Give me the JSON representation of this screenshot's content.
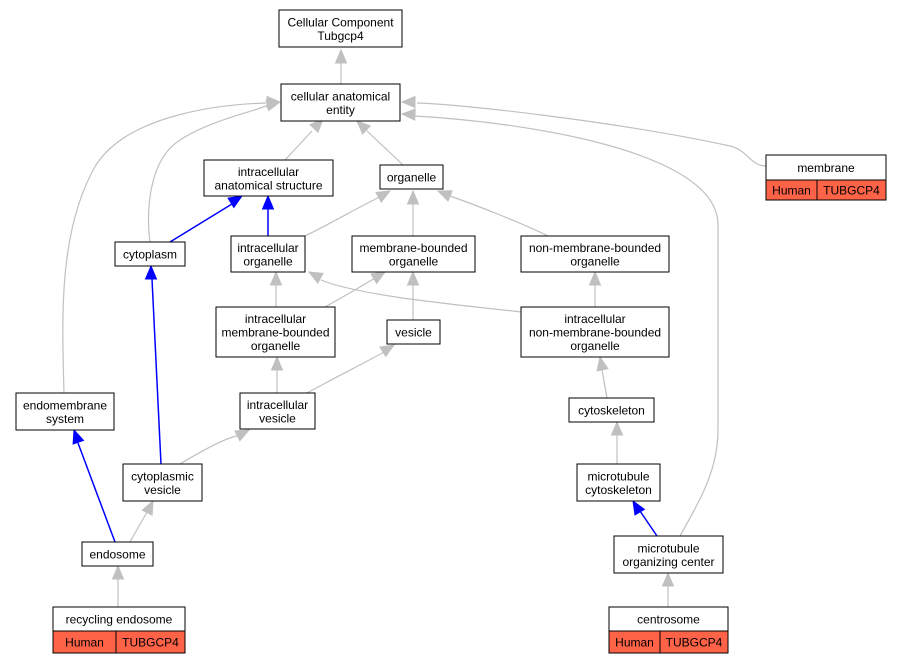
{
  "nodes": {
    "root": {
      "lines": [
        "Cellular Component",
        "Tubgcp4"
      ]
    },
    "cae": {
      "lines": [
        "cellular anatomical",
        "entity"
      ]
    },
    "ias": {
      "lines": [
        "intracellular",
        "anatomical structure"
      ]
    },
    "organelle": {
      "lines": [
        "organelle"
      ]
    },
    "membrane": {
      "lines": [
        "membrane"
      ],
      "annotation": [
        "Human",
        "TUBGCP4"
      ]
    },
    "cytoplasm": {
      "lines": [
        "cytoplasm"
      ]
    },
    "io": {
      "lines": [
        "intracellular",
        "organelle"
      ]
    },
    "mbo": {
      "lines": [
        "membrane-bounded",
        "organelle"
      ]
    },
    "nmbo": {
      "lines": [
        "non-membrane-bounded",
        "organelle"
      ]
    },
    "imbo": {
      "lines": [
        "intracellular",
        "membrane-bounded",
        "organelle"
      ]
    },
    "vesicle": {
      "lines": [
        "vesicle"
      ]
    },
    "inmbo": {
      "lines": [
        "intracellular",
        "non-membrane-bounded",
        "organelle"
      ]
    },
    "endomembrane": {
      "lines": [
        "endomembrane",
        "system"
      ]
    },
    "iv": {
      "lines": [
        "intracellular",
        "vesicle"
      ]
    },
    "cytoskeleton": {
      "lines": [
        "cytoskeleton"
      ]
    },
    "cv": {
      "lines": [
        "cytoplasmic",
        "vesicle"
      ]
    },
    "mtc": {
      "lines": [
        "microtubule",
        "cytoskeleton"
      ]
    },
    "endosome": {
      "lines": [
        "endosome"
      ]
    },
    "mtoc": {
      "lines": [
        "microtubule",
        "organizing center"
      ]
    },
    "recycling": {
      "lines": [
        "recycling endosome"
      ],
      "annotation": [
        "Human",
        "TUBGCP4"
      ]
    },
    "centrosome": {
      "lines": [
        "centrosome"
      ],
      "annotation": [
        "Human",
        "TUBGCP4"
      ]
    }
  },
  "edge_colors": {
    "is_a": "#c0c0c0",
    "part_of": "#0000ff"
  },
  "annotation_color": "#ff6347"
}
